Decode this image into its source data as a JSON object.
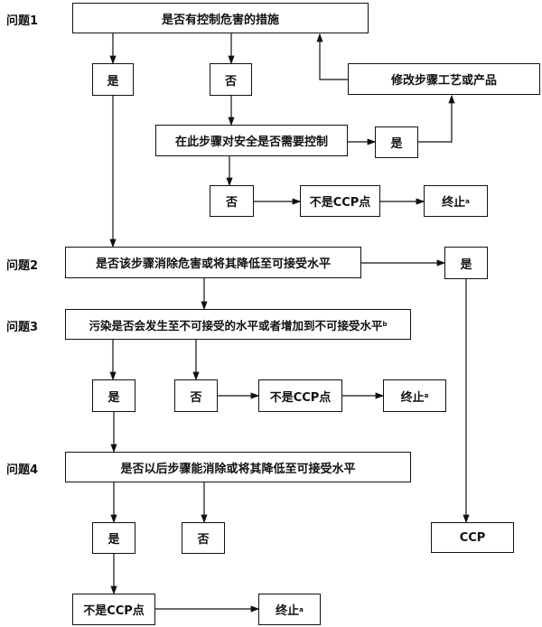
{
  "questions": {
    "q1": "问题1",
    "q2": "问题2",
    "q3": "问题3",
    "q4": "问题4"
  },
  "nodes": {
    "q1_text": "是否有控制危害的措施",
    "q1_yes": "是",
    "q1_no": "否",
    "modify": "修改步骤工艺或产品",
    "need_control": "在此步骤对安全是否需要控制",
    "need_yes": "是",
    "need_no": "否",
    "not_ccp_1": "不是CCP点",
    "stop_1": "终止",
    "stop_1_sup": "a",
    "q2_text": "是否该步骤消除危害或将其降低至可接受水平",
    "q2_yes": "是",
    "q3_text": "污染是否会发生至不可接受的水平或者增加到不可接受水平",
    "q3_sup": "b",
    "q3_yes": "是",
    "q3_no": "否",
    "not_ccp_2": "不是CCP点",
    "stop_2": "终止",
    "stop_2_sup": "a",
    "q4_text": "是否以后步骤能消除或将其降低至可接受水平",
    "q4_yes": "是",
    "q4_no": "否",
    "ccp": "CCP",
    "not_ccp_3": "不是CCP点",
    "stop_3": "终止",
    "stop_3_sup": "a"
  }
}
